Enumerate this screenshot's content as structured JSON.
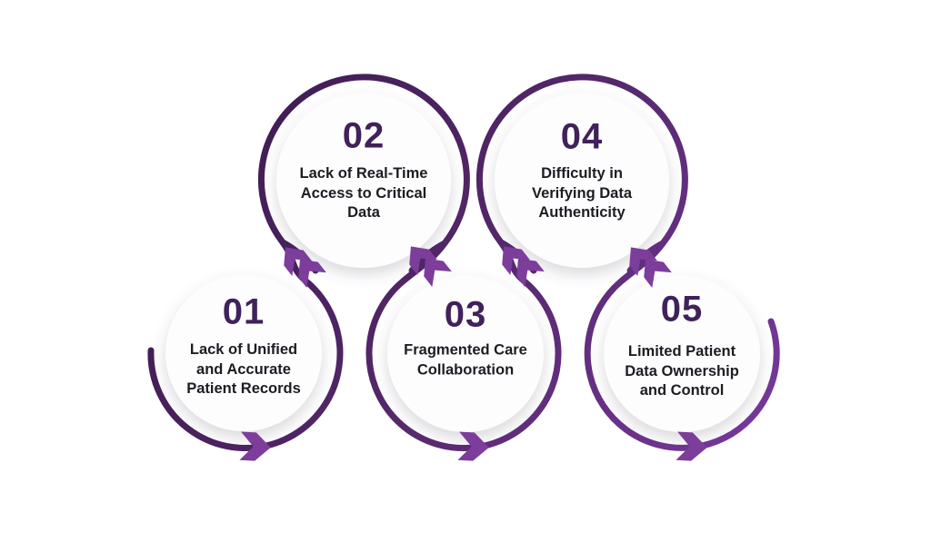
{
  "diagram": {
    "description": "Five-step circular flow infographic of healthcare data challenges",
    "colors": {
      "background": "#FFFFFF",
      "ring_gradient_start": "#38194B",
      "ring_gradient_end": "#7B3AA3",
      "arrow": "#7C3D9B",
      "number_text": "#40215A",
      "label_text": "#1D1C22",
      "circle_fill": "#FDFDFE"
    },
    "steps": [
      {
        "number": "01",
        "label": "Lack of Unified\nand Accurate\nPatient Records"
      },
      {
        "number": "02",
        "label": "Lack of Real-Time\nAccess to Critical\nData"
      },
      {
        "number": "03",
        "label": "Fragmented Care\nCollaboration"
      },
      {
        "number": "04",
        "label": "Difficulty in\nVerifying Data\nAuthenticity"
      },
      {
        "number": "05",
        "label": "Limited Patient\nData Ownership\nand Control"
      }
    ]
  }
}
